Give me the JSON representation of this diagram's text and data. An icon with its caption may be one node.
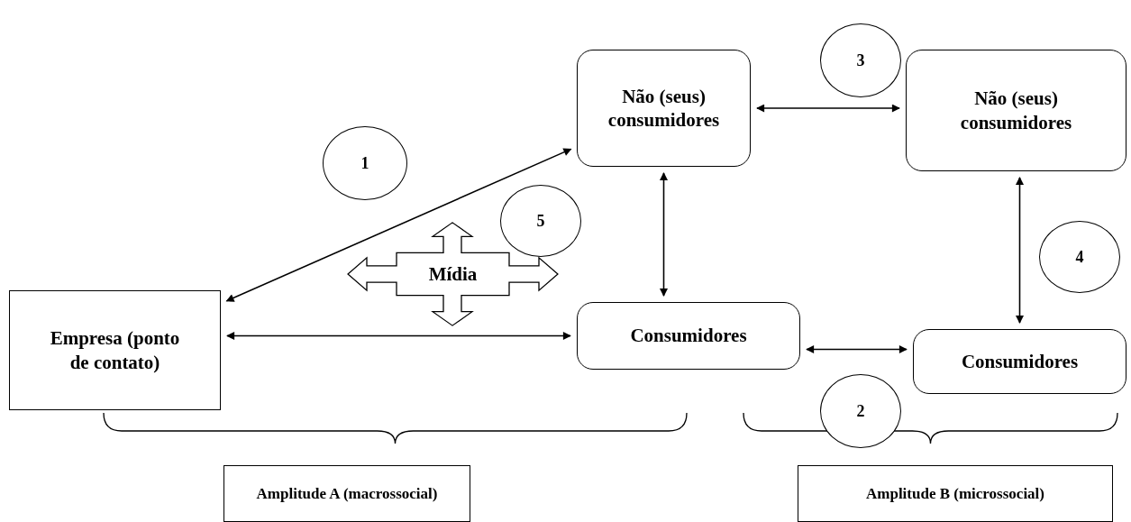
{
  "diagram": {
    "nodes": [
      {
        "text": [
          "3"
        ]
      },
      {
        "text": [
          "Não (seus) consumidores"
        ]
      },
      {
        "text": [
          "Não (seus) consumidores"
        ]
      },
      {
        "text": [
          "1"
        ]
      },
      {
        "text": [
          "5"
        ]
      },
      {
        "text": [
          "Mídia"
        ]
      },
      {
        "text": [
          "4"
        ]
      },
      {
        "text": [
          "Empresa (ponto de contato)"
        ]
      },
      {
        "text": [
          "Consumidores"
        ]
      },
      {
        "text": [
          "Consumidores"
        ]
      },
      {
        "text": [
          "2"
        ]
      },
      {
        "text": [
          "Amplitude A (macrossocial)"
        ]
      },
      {
        "text": [
          "Amplitude B (microssocial)"
        ]
      }
    ],
    "edges": [
      {
        "from": 7,
        "to": 1,
        "arrow": "both"
      },
      {
        "from": 1,
        "to": 2,
        "arrow": "both"
      },
      {
        "from": 1,
        "to": 8,
        "arrow": "both"
      },
      {
        "from": 2,
        "to": 9,
        "arrow": "both"
      },
      {
        "from": 7,
        "to": 8,
        "arrow": "both"
      },
      {
        "from": 8,
        "to": 9,
        "arrow": "both"
      }
    ]
  }
}
